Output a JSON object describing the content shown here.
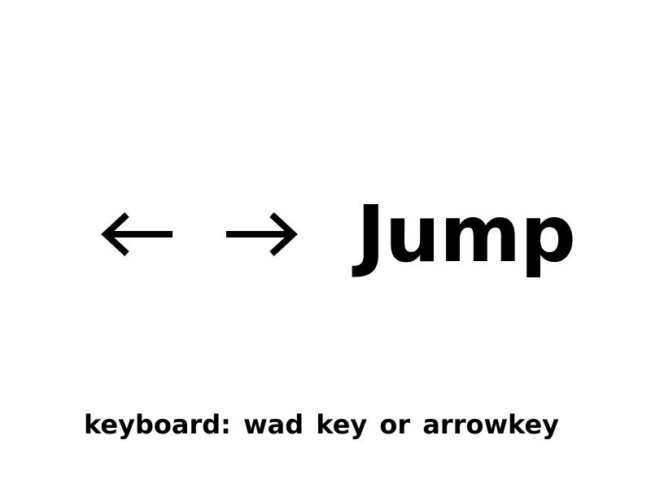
{
  "controls": {
    "left_icon": "left-arrow",
    "right_icon": "right-arrow",
    "jump_label": "Jump"
  },
  "hint": {
    "text": "keyboard: wad key or arrowkey"
  },
  "colors": {
    "background": "#ffffff",
    "foreground": "#000000"
  }
}
